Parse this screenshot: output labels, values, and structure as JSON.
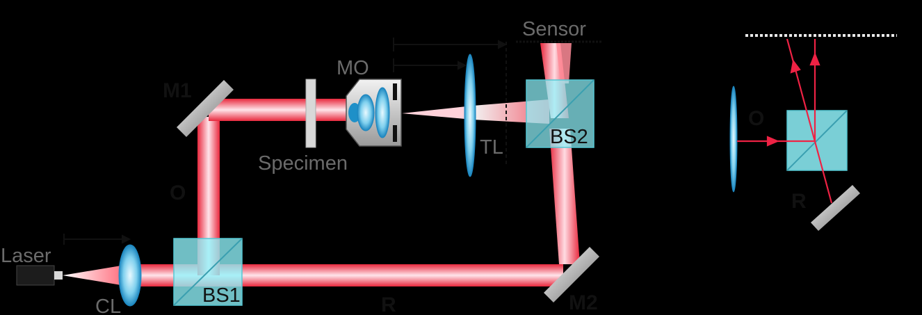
{
  "labels": {
    "laser": "Laser",
    "cl": "CL",
    "bs1": "BS1",
    "bs2": "BS2",
    "m1": "M1",
    "m2": "M2",
    "o": "O",
    "r": "R",
    "mo": "MO",
    "tl": "TL",
    "specimen": "Specimen",
    "sensor": "Sensor"
  },
  "inset": {
    "o": "O",
    "r": "R"
  },
  "colors": {
    "background": "#000000",
    "beam": "#ff3b4e",
    "beam_core": "#ffe0e6",
    "cube": "#8ff3fb",
    "lens": "#2aa7d8",
    "ray": "#ee2244"
  }
}
